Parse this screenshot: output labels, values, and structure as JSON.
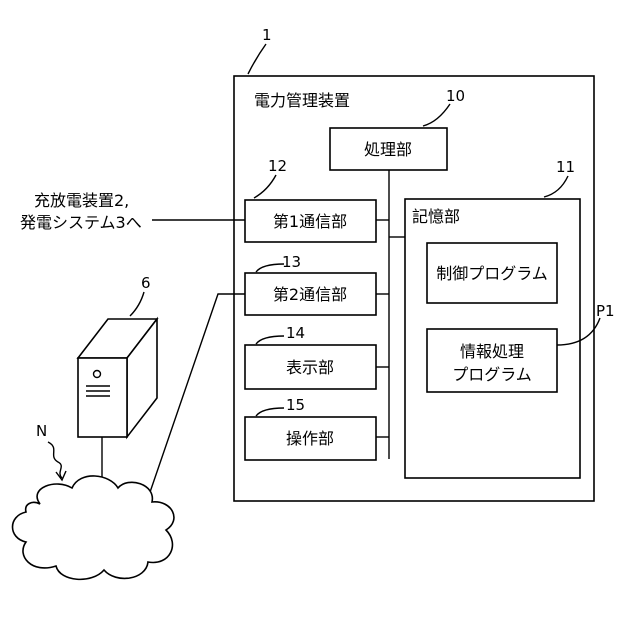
{
  "device": {
    "title": "電力管理装置",
    "ref": "1"
  },
  "processor": {
    "label": "処理部",
    "ref": "10"
  },
  "storage": {
    "label": "記憶部",
    "ref": "11"
  },
  "control_program": {
    "label": "制御プログラム"
  },
  "info_program": {
    "line1": "情報処理",
    "line2": "プログラム",
    "ref": "P1"
  },
  "comm1": {
    "label": "第1通信部",
    "ref": "12"
  },
  "comm2": {
    "label": "第2通信部",
    "ref": "13"
  },
  "display": {
    "label": "表示部",
    "ref": "14"
  },
  "operation": {
    "label": "操作部",
    "ref": "15"
  },
  "external": {
    "line1": "充放電装置2,",
    "line2": "発電システム3へ"
  },
  "server": {
    "ref": "6"
  },
  "network": {
    "ref": "N"
  }
}
